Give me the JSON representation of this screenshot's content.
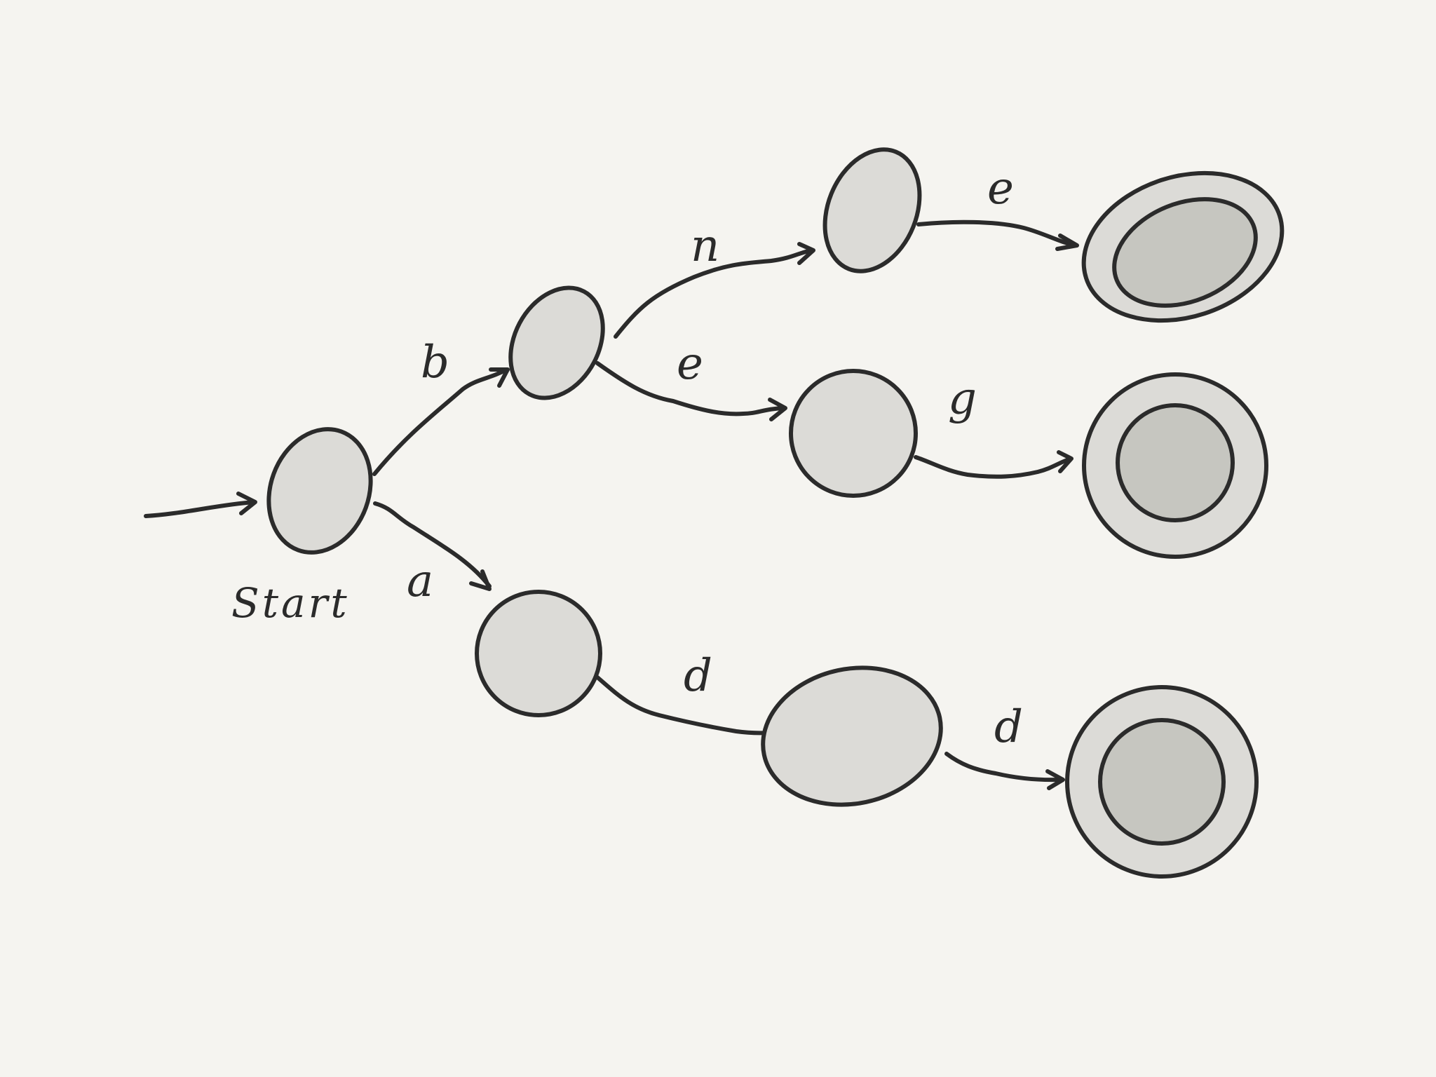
{
  "diagram": {
    "start_label": "Start",
    "transitions": [
      {
        "id": "b",
        "label": "b"
      },
      {
        "id": "a",
        "label": "a"
      },
      {
        "id": "n",
        "label": "n"
      },
      {
        "id": "e1",
        "label": "e"
      },
      {
        "id": "e2",
        "label": "e"
      },
      {
        "id": "g",
        "label": "g"
      },
      {
        "id": "d1",
        "label": "d"
      },
      {
        "id": "d2",
        "label": "d"
      }
    ],
    "colors": {
      "background": "#f5f4f0",
      "state": "#dcdbd7",
      "accept_inner": "#c6c6c0",
      "ink": "#2b2b2b"
    }
  }
}
